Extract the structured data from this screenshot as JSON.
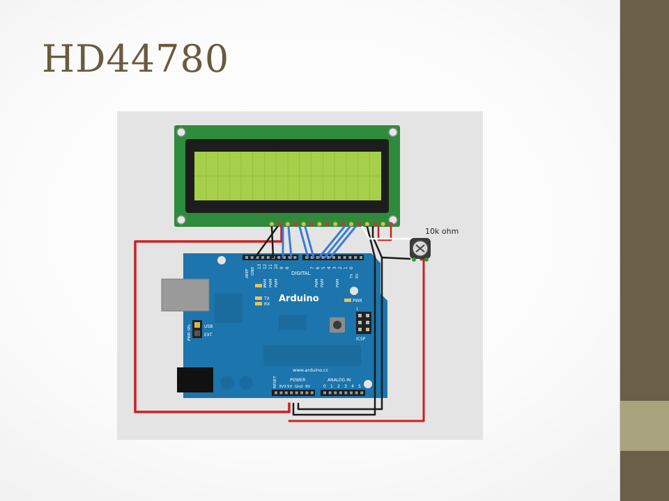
{
  "slide": {
    "title": "HD44780"
  },
  "diagram": {
    "pot_label": "10k ohm",
    "board": {
      "brand": "Arduino",
      "url": "www.arduino.cc",
      "digital_label": "DIGITAL",
      "aref": "AREF",
      "gnd": "GND",
      "digital_pins": [
        "13",
        "12",
        "11",
        "10",
        "9",
        "8",
        "7",
        "6",
        "5",
        "4",
        "3",
        "2",
        "1",
        "0"
      ],
      "pwm": "PWM",
      "tx_pin": "TX",
      "rx_pin": "RX",
      "led_l": "L",
      "led_tx": "TX",
      "led_rx": "RX",
      "pwr": "PWR",
      "icsp": "ICSP",
      "icsp_pin1": "1",
      "usb": "USB",
      "ext": "EXT",
      "pwr_sel": "PWR SEL",
      "reset": "RESET",
      "power_label": "POWER",
      "power_pins": [
        "3V3",
        "5V",
        "Gnd",
        "9V"
      ],
      "analog_label": "ANALOG IN",
      "analog_pins": [
        "0",
        "1",
        "2",
        "3",
        "4",
        "5"
      ]
    },
    "colors": {
      "background": "#e4e4e4",
      "lcd_pcb": "#2e8b3c",
      "lcd_screen": "#a6d04a",
      "board": "#1c75ac",
      "wire_red": "#cc1f1f",
      "wire_black": "#1a1a1a",
      "wire_blue": "#3a7bd5",
      "wire_white": "#ffffff"
    }
  }
}
